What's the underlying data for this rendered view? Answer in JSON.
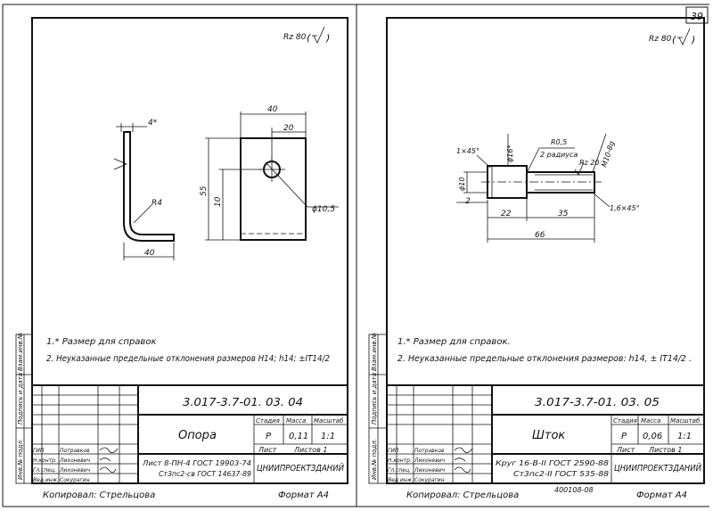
{
  "page_number": "39",
  "left_sheet": {
    "roughness": "Rz 80",
    "dims": {
      "thickness": "4*",
      "bend_radius": "R4",
      "leg_width": "40",
      "width_top": "40",
      "hole_offset_x": "20",
      "height": "55",
      "hole_offset_y": "10",
      "hole_dia": "ϕ10,5"
    },
    "notes": [
      "1.* Размер для справок",
      "2. Неуказанные предельные отклонения размеров H14; h14; ±IT14/2"
    ],
    "side_labels": [
      "Инв.№ подл.",
      "Подпись и дата",
      "Взам.инв.№"
    ],
    "title_block": {
      "code": "3.017-3.7-01. 03. 04",
      "name": "Опора",
      "stage_hdr": "Стадия",
      "mass_hdr": "Масса",
      "scale_hdr": "Масштаб",
      "stage": "Р",
      "mass": "0,11",
      "scale": "1:1",
      "sheet_lbl": "Лист",
      "sheets_lbl": "Листов 1",
      "material_1": "Лист 8-ПН-4 ГОСТ 19903-74",
      "material_2": "Ст3пс2-св ГОСТ 14637-89",
      "org": "ЦНИИПРОЕКТЗДАНИЙ",
      "rows": [
        [
          "ГИП",
          "Потравков"
        ],
        [
          "Н.контр.",
          "Лихоневич"
        ],
        [
          "Гл.спец.",
          "Лихоневич"
        ],
        [
          "Вед.инж.",
          "Сокурагин"
        ]
      ]
    },
    "copied": "Копировал: Стрельцова",
    "format": "Формат А4"
  },
  "right_sheet": {
    "roughness": "Rz 80",
    "dims": {
      "chamfer_left": "1×45°",
      "dia_big": "ϕ16*",
      "radius_note_1": "R0,5",
      "radius_note_2": "2 радиуса",
      "thread": "M10-8g",
      "rz_local": "Rz 20",
      "dia_small": "ϕ10",
      "shoulder": "2",
      "len_22": "22",
      "len_35": "35",
      "chamfer_right": "1,6×45°",
      "total": "66"
    },
    "notes": [
      "1.* Размер для справок.",
      "2. Неуказанные предельные отклонения размеров: h14, ± IT14/2 ."
    ],
    "side_labels": [
      "Инв.№ подл.",
      "Подпись и дата",
      "Взам.инв.№"
    ],
    "title_block": {
      "code": "3.017-3.7-01. 03. 05",
      "name": "Шток",
      "stage_hdr": "Стадия",
      "mass_hdr": "Масса",
      "scale_hdr": "Масштаб",
      "stage": "Р",
      "mass": "0,06",
      "scale": "1:1",
      "sheet_lbl": "Лист",
      "sheets_lbl": "Листов 1",
      "material_1": "Круг 16-В-II ГОСТ 2590-88",
      "material_2": "Ст3пс2-II ГОСТ 535-88",
      "org": "ЦНИИПРОЕКТЗДАНИЙ",
      "rows": [
        [
          "ГИП",
          "Потравков"
        ],
        [
          "Н.контр.",
          "Лихоневич"
        ],
        [
          "Гл.спец.",
          "Лихоневич"
        ],
        [
          "Вед.инж.",
          "Сокурагин"
        ]
      ]
    },
    "copied": "Копировал: Стрельцова",
    "stamp": "400108-08",
    "format": "Формат А4"
  }
}
